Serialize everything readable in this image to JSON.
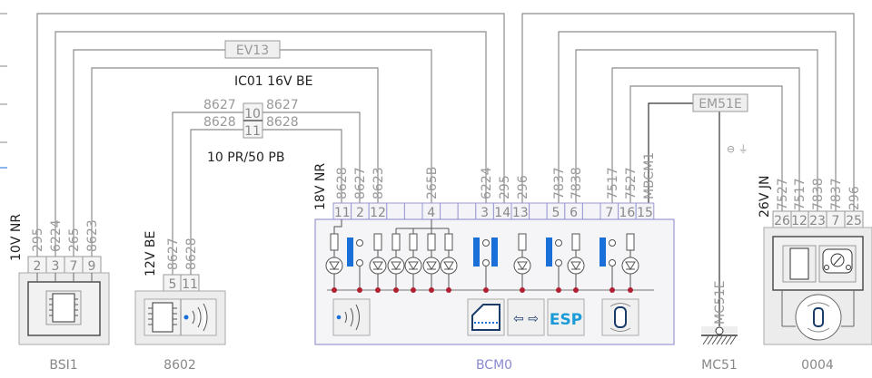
{
  "diagram": {
    "splice_top": "EV13",
    "harness_note": "IC01  16V  BE",
    "splice_right": "EM51E",
    "ground_symbol": "⊖ ⏚",
    "inline_connector": {
      "pins": [
        "10",
        "11"
      ],
      "left_wires": [
        "8627",
        "8628"
      ],
      "right_wires": [
        "8627",
        "8628"
      ],
      "note": "10 PR/50 PB"
    },
    "components": {
      "bsi1": {
        "name": "BSI1",
        "connector": "10V NR",
        "pins": [
          "2",
          "3",
          "7",
          "9"
        ],
        "wires": [
          "295",
          "6224",
          "265",
          "8623"
        ]
      },
      "c8602": {
        "name": "8602",
        "connector": "12V BE",
        "pins": [
          "5",
          "11"
        ],
        "wires": [
          "8627",
          "8628"
        ]
      },
      "bcm0": {
        "name": "BCM0",
        "connector": "18V NR",
        "pins": [
          "11",
          "2",
          "12",
          "",
          "",
          "4",
          "",
          "",
          "3",
          "14",
          "13",
          "",
          "5",
          "6",
          "",
          "7",
          "16",
          "15"
        ],
        "wires": [
          "8628",
          "8627",
          "8623",
          "265B",
          "6224",
          "295",
          "296",
          "7837",
          "7838",
          "7517",
          "7527",
          "MBCM1"
        ],
        "icons": [
          "transponder-icon",
          "door-icon",
          "arrows-icon",
          "esp-icon",
          "car-sensor-icon"
        ],
        "esp_label": "ESP",
        "arrows_label": "⇦ ⇨"
      },
      "mc51": {
        "name": "MC51",
        "wire": "MC51E"
      },
      "c0004": {
        "name": "0004",
        "connector": "26V JN",
        "pins": [
          "26",
          "12",
          "23",
          "7",
          "25"
        ],
        "wires": [
          "7527",
          "7517",
          "7838",
          "7837",
          "296"
        ]
      }
    }
  }
}
